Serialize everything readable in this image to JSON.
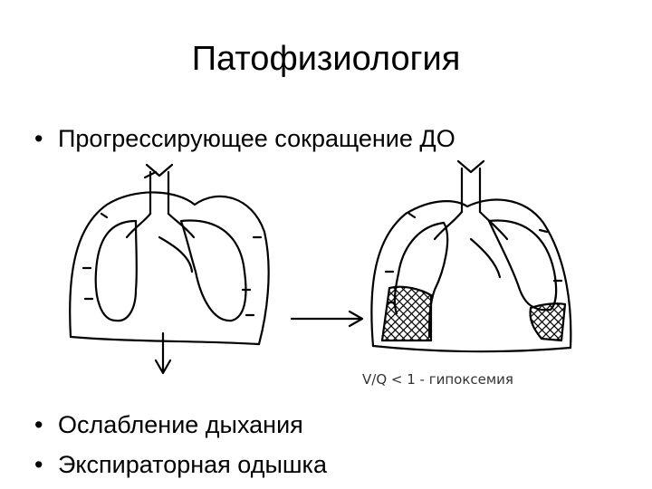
{
  "slide": {
    "title": "Патофизиология",
    "bullets": [
      "Прогрессирующее сокращение ДО",
      "Ослабление дыхания",
      "Экспираторная одышка"
    ],
    "bullet_symbol": "•",
    "diagram_caption": "V/Q < 1 - гипоксемия"
  }
}
